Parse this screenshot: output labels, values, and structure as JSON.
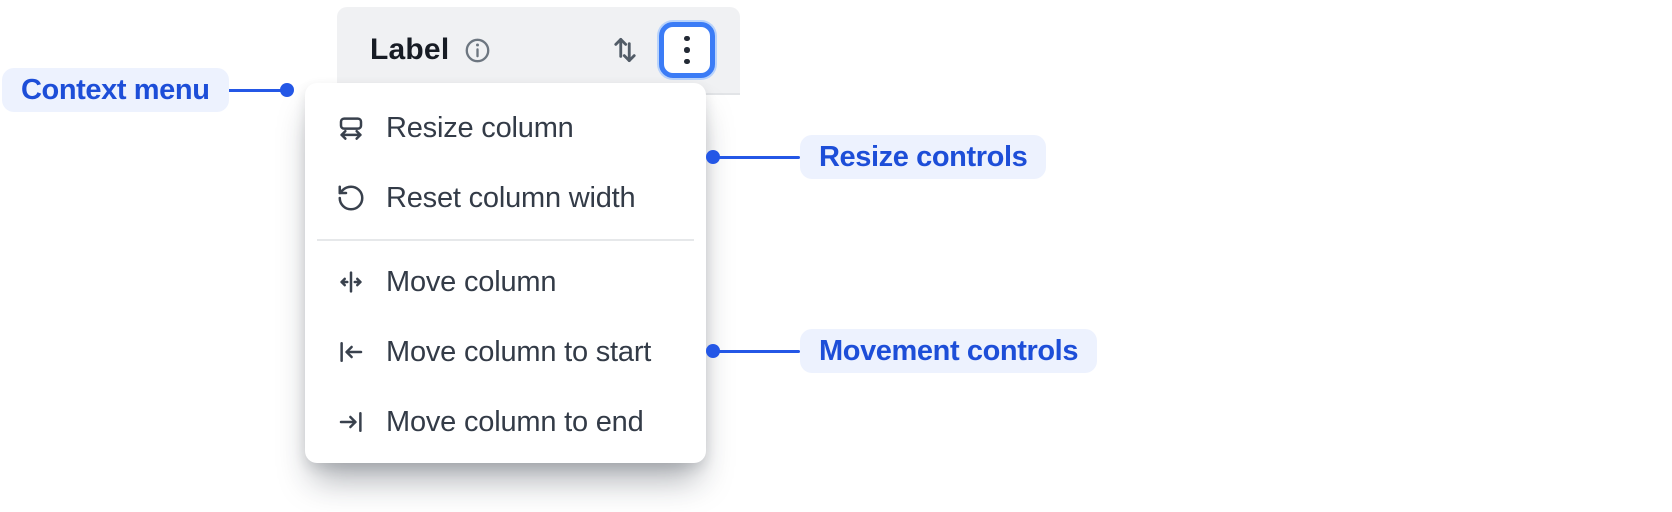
{
  "header": {
    "label": "Label",
    "info_icon": "info-icon",
    "sort_icon": "sort-arrows-icon",
    "menu_button_icon": "kebab-menu-icon"
  },
  "context_menu": {
    "sections": [
      {
        "name": "resize",
        "items": [
          {
            "icon": "resize-column-icon",
            "label": "Resize column"
          },
          {
            "icon": "reset-column-width-icon",
            "label": "Reset column width"
          }
        ]
      },
      {
        "name": "movement",
        "items": [
          {
            "icon": "move-column-icon",
            "label": "Move column"
          },
          {
            "icon": "move-column-to-start-icon",
            "label": "Move column to start"
          },
          {
            "icon": "move-column-to-end-icon",
            "label": "Move column to end"
          }
        ]
      }
    ]
  },
  "annotations": {
    "context_menu": "Context menu",
    "resize_controls": "Resize controls",
    "movement_controls": "Movement controls"
  },
  "colors": {
    "accent_blue": "#2457e6",
    "annotation_text": "#1d4ed8",
    "annotation_bg": "#edf2fe",
    "focus_ring_blue": "#3b7cf6",
    "header_bg": "#f0f1f3",
    "menu_surface": "#ffffff",
    "menu_text": "#333b47"
  }
}
